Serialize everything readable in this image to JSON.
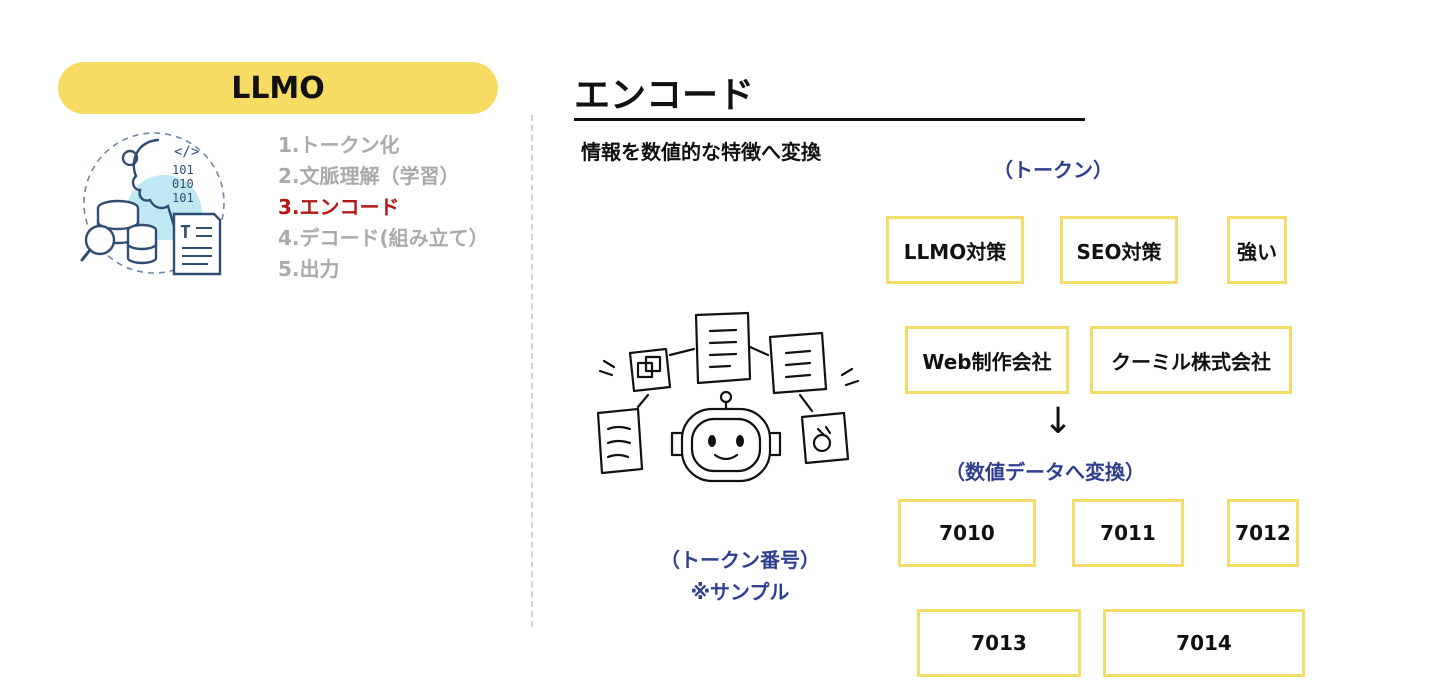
{
  "left_panel": {
    "badge": "LLMO",
    "steps": [
      {
        "label": "1.トークン化",
        "color": "#aaaaaa"
      },
      {
        "label": "2.文脈理解（学習）",
        "color": "#aaaaaa"
      },
      {
        "label": "3.エンコード",
        "color": "#b01818"
      },
      {
        "label": "4.デコード(組み立て）",
        "color": "#aaaaaa"
      },
      {
        "label": "5.出力",
        "color": "#aaaaaa"
      }
    ],
    "illustration_icon": "ai-head-database-document-icon",
    "illustration_code": "</>",
    "illustration_bits": [
      "101",
      "010",
      "101"
    ],
    "illustration_doc_letter": "T"
  },
  "main": {
    "title": "エンコード",
    "subtitle": "情報を数値的な特徴へ変換",
    "token_label": "（トークン）",
    "tokens": [
      "LLMO対策",
      "SEO対策",
      "強い",
      "Web制作会社",
      "クーミル株式会社"
    ],
    "arrow": "↓",
    "convert_label": "（数値データへ変換）",
    "numbers": [
      "7010",
      "7011",
      "7012",
      "7013",
      "7014"
    ],
    "robot_icon": "robot-documents-icon",
    "sample_line1": "（トークン番号）",
    "sample_line2": "※サンプル"
  },
  "colors": {
    "accent_yellow": "#f6dc63",
    "box_border": "#f3dc6a",
    "blue_label": "#2e3f8f",
    "active_step": "#b01818",
    "inactive_step": "#aaaaaa"
  }
}
